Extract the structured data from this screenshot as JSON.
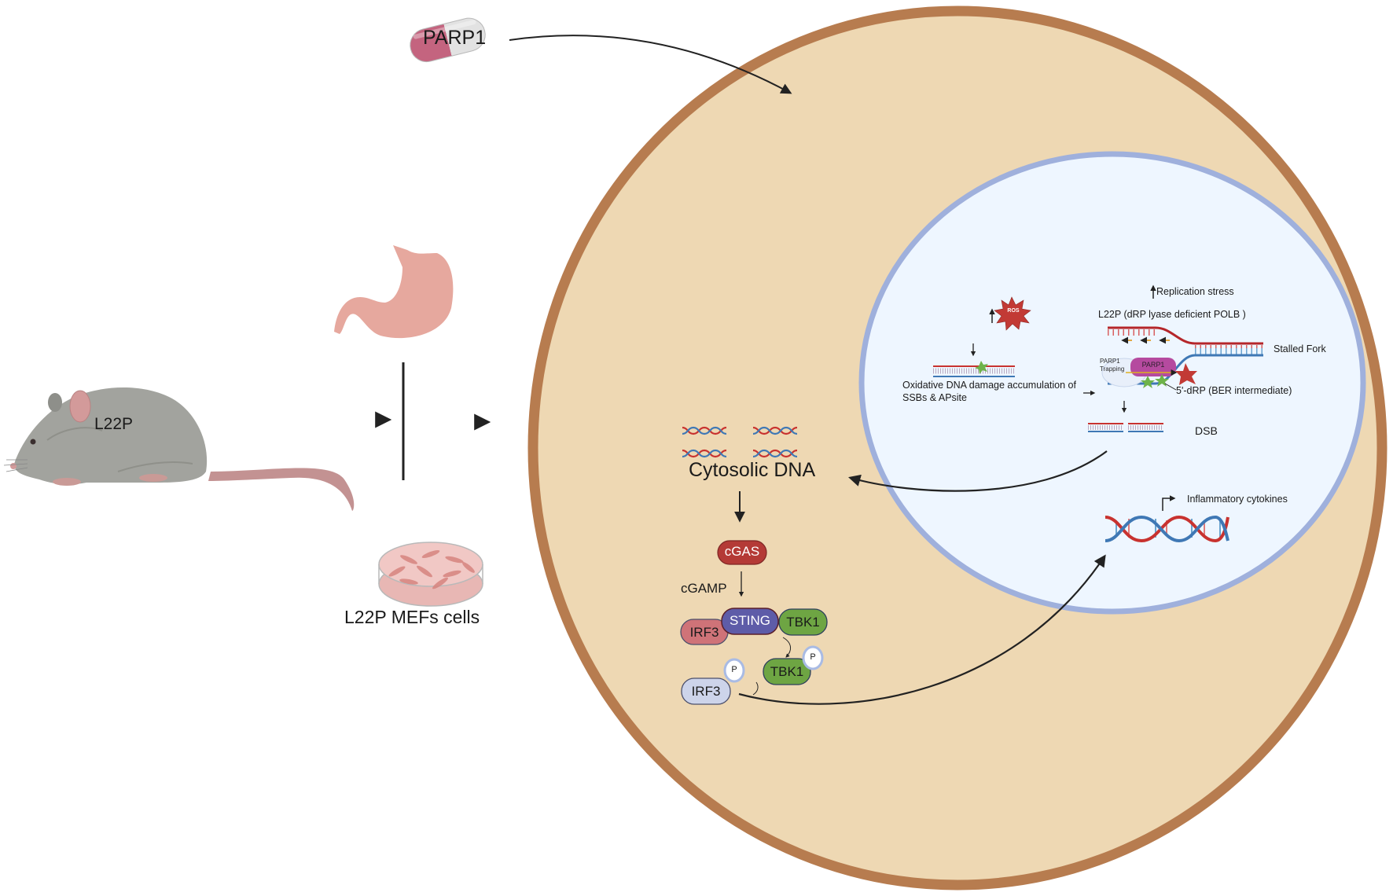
{
  "figure": {
    "drug_pill": {
      "label": "PARP1",
      "colors": {
        "left": "#c4647f",
        "right": "#e2e2e2"
      }
    },
    "organism": {
      "label": "L22P",
      "type": "mouse"
    },
    "sources": {
      "organ": "stomach",
      "culture_label": "L22P MEFs cells"
    },
    "cell": {
      "membrane_color": "#b77c4f",
      "cytoplasm_color": "#eed8b3"
    },
    "nucleus": {
      "membrane_color": "#9fb0dc",
      "fill_color": "#eef6ff",
      "ros_label": "ROS",
      "oxidative_damage_label_line1": "Oxidative DNA damage accumulation of",
      "oxidative_damage_label_line2": "SSBs & APsite",
      "replication_stress_label": "Replication stress",
      "l22p_label": "L22P (dRP lyase deficient POLB )",
      "stalled_fork_label": "Stalled Fork",
      "parp1_trapping_line1": "PARP1",
      "parp1_trapping_line2": "Trapping",
      "parp1_protein_label": "PARP1",
      "drp_label": "5'-dRP (BER intermediate)",
      "dsb_label": "DSB",
      "cytokines_label": "Inflammatory cytokines"
    },
    "cytosol": {
      "cytosolic_dna_label": "Cytosolic DNA",
      "cgas_label": "cGAS",
      "cgamp_label": "cGAMP",
      "sting_label": "STING",
      "irf3_label": "IRF3",
      "tbk1_label": "TBK1",
      "tbk1_p_label": "TBK1",
      "irf3_p_label": "IRF3",
      "phospho_label": "P"
    },
    "colors": {
      "cgas": "#b43a36",
      "sting": "#5e5ca8",
      "irf3": "#cf7378",
      "tbk1": "#6ea543",
      "irf3_p": "#cdd4ea",
      "phospho_ring": "#a9bbe4",
      "dna_red": "#c8322f",
      "dna_blue": "#3f78b5",
      "arrow": "#222222",
      "parp1_protein": "#b54a9f",
      "star_red": "#c23a35",
      "star_green": "#6eb34a"
    }
  }
}
